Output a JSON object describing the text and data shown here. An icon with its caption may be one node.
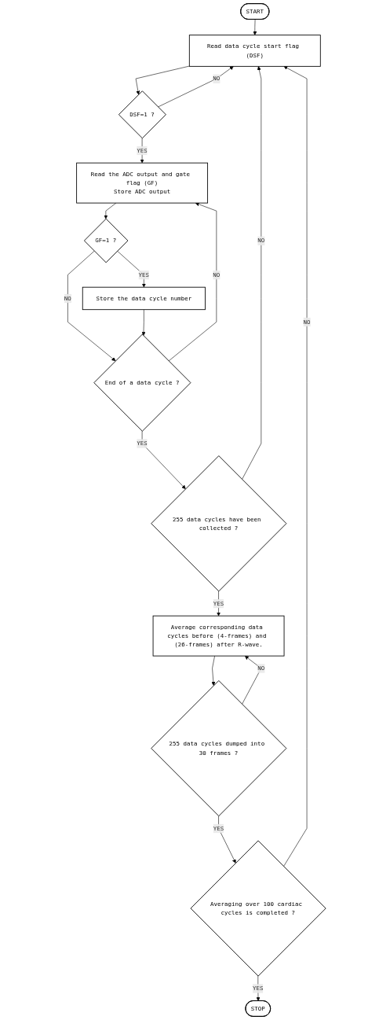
{
  "diagram": {
    "nodes": [
      {
        "text": [
          "START"
        ]
      },
      {
        "text": [
          "Read data cycle start flag (DSF)"
        ]
      },
      {
        "text": [
          "DSF=1 ?"
        ]
      },
      {
        "text": [
          "Read the ADC output and gate flag (GF)",
          "Store ADC output"
        ]
      },
      {
        "text": [
          "GF=1 ?"
        ]
      },
      {
        "text": [
          "Store the data cycle number"
        ]
      },
      {
        "text": [
          "End of a data cycle ?"
        ]
      },
      {
        "text": [
          "255 data cycles have been collected ?"
        ]
      },
      {
        "text": [
          "Average corresponding data cycles before (4-frames) and (26-frames) after R-wave."
        ]
      },
      {
        "text": [
          "255 data cycles dumped into 30 frames ?"
        ]
      },
      {
        "text": [
          "Averaging over 100 cardiac cycles is completed ?"
        ]
      },
      {
        "text": [
          "STOP"
        ]
      }
    ],
    "edges": [
      {
        "from": 0,
        "to": 1,
        "arrow": "to"
      },
      {
        "from": 1,
        "to": 2,
        "arrow": "to"
      },
      {
        "from": 2,
        "to": 1,
        "label": "NO",
        "arrow": "to"
      },
      {
        "from": 2,
        "to": 3,
        "label": "YES",
        "arrow": "to"
      },
      {
        "from": 3,
        "to": 4,
        "arrow": "to"
      },
      {
        "from": 4,
        "to": 5,
        "label": "YES",
        "arrow": "to"
      },
      {
        "from": 4,
        "to": 6,
        "label": "NO",
        "arrow": "to"
      },
      {
        "from": 5,
        "to": 6,
        "arrow": "to"
      },
      {
        "from": 6,
        "to": 3,
        "label": "NO",
        "arrow": "to"
      },
      {
        "from": 6,
        "to": 7,
        "label": "YES",
        "arrow": "to"
      },
      {
        "from": 7,
        "to": 1,
        "label": "NO",
        "arrow": "to"
      },
      {
        "from": 7,
        "to": 8,
        "label": "YES",
        "arrow": "to"
      },
      {
        "from": 8,
        "to": 9,
        "arrow": "to"
      },
      {
        "from": 9,
        "to": 8,
        "label": "NO",
        "arrow": "to"
      },
      {
        "from": 9,
        "to": 10,
        "label": "YES",
        "arrow": "to"
      },
      {
        "from": 10,
        "to": 1,
        "label": "NO",
        "arrow": "to"
      },
      {
        "from": 10,
        "to": 11,
        "label": "YES",
        "arrow": "to"
      }
    ]
  }
}
